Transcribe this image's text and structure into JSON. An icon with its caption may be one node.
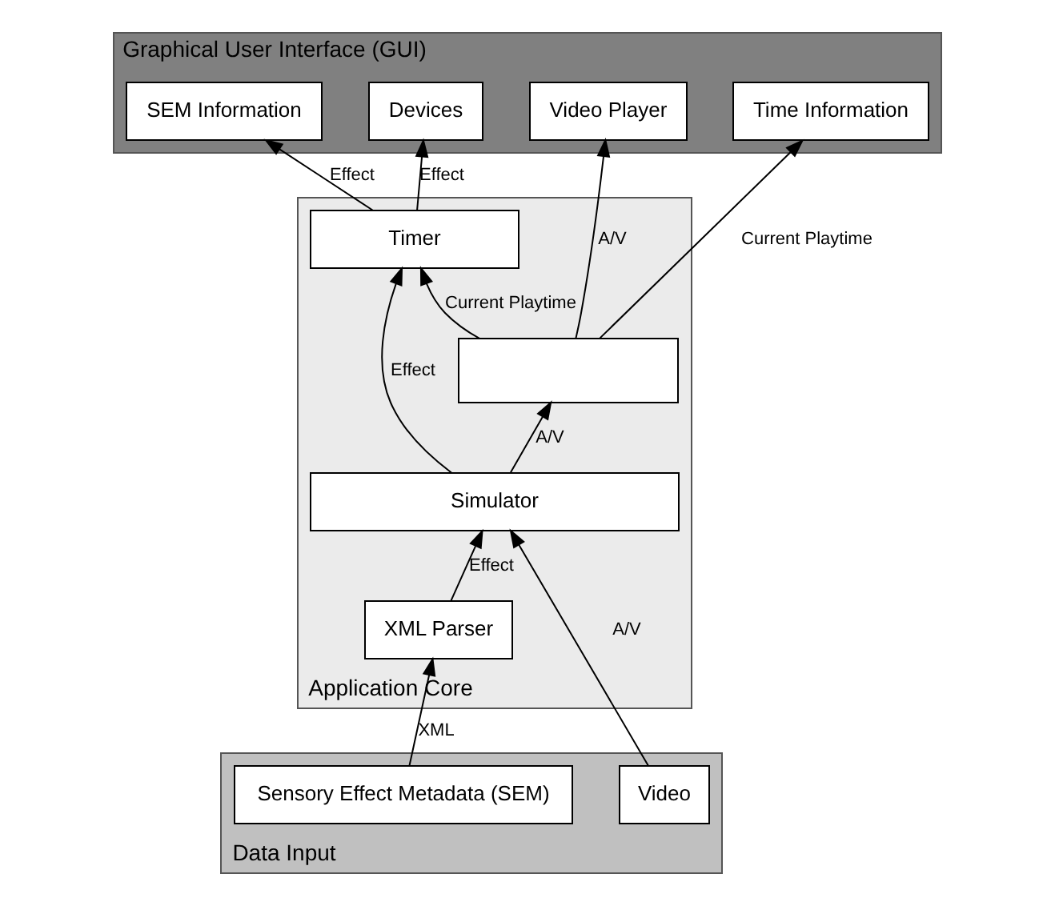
{
  "diagram": {
    "nodes": [
      {
        "text": [
          "Graphical User Interface (GUI)"
        ]
      },
      {
        "text": [
          "Video Player"
        ],
        "in": 0
      },
      {
        "text": [
          "Time Information"
        ],
        "in": 0
      },
      {
        "text": [
          "SEM Information"
        ],
        "in": 0
      },
      {
        "text": [
          "Devices"
        ],
        "in": 0
      },
      {
        "text": [
          "Application Core"
        ]
      },
      {
        "text": [],
        "shape": "box",
        "in": 5
      },
      {
        "text": [
          "Timer"
        ],
        "in": 5
      },
      {
        "text": [
          "Simulator"
        ],
        "in": 5
      },
      {
        "text": [
          "XML Parser"
        ],
        "in": 5
      },
      {
        "text": [
          "Data Input"
        ]
      },
      {
        "text": [
          "Sensory Effect Metadata (SEM)"
        ],
        "in": 10
      },
      {
        "text": [
          "Video"
        ],
        "in": 10
      }
    ],
    "edges": [
      {
        "from": 6,
        "to": 1,
        "arrow": "to",
        "label": "A/V"
      },
      {
        "from": 6,
        "to": 2,
        "arrow": "to",
        "label": "Current Playtime"
      },
      {
        "from": 6,
        "to": 7,
        "arrow": "to",
        "label": "Current Playtime"
      },
      {
        "from": 7,
        "to": 3,
        "arrow": "to",
        "label": "Effect"
      },
      {
        "from": 7,
        "to": 4,
        "arrow": "to",
        "label": "Effect"
      },
      {
        "from": 8,
        "to": 6,
        "arrow": "to",
        "label": "A/V"
      },
      {
        "from": 8,
        "to": 7,
        "arrow": "to",
        "label": "Effect"
      },
      {
        "from": 9,
        "to": 8,
        "arrow": "to",
        "label": "Effect"
      },
      {
        "from": 12,
        "to": 8,
        "arrow": "to",
        "label": "A/V"
      },
      {
        "from": 11,
        "to": 9,
        "arrow": "to",
        "label": "XML"
      }
    ]
  }
}
